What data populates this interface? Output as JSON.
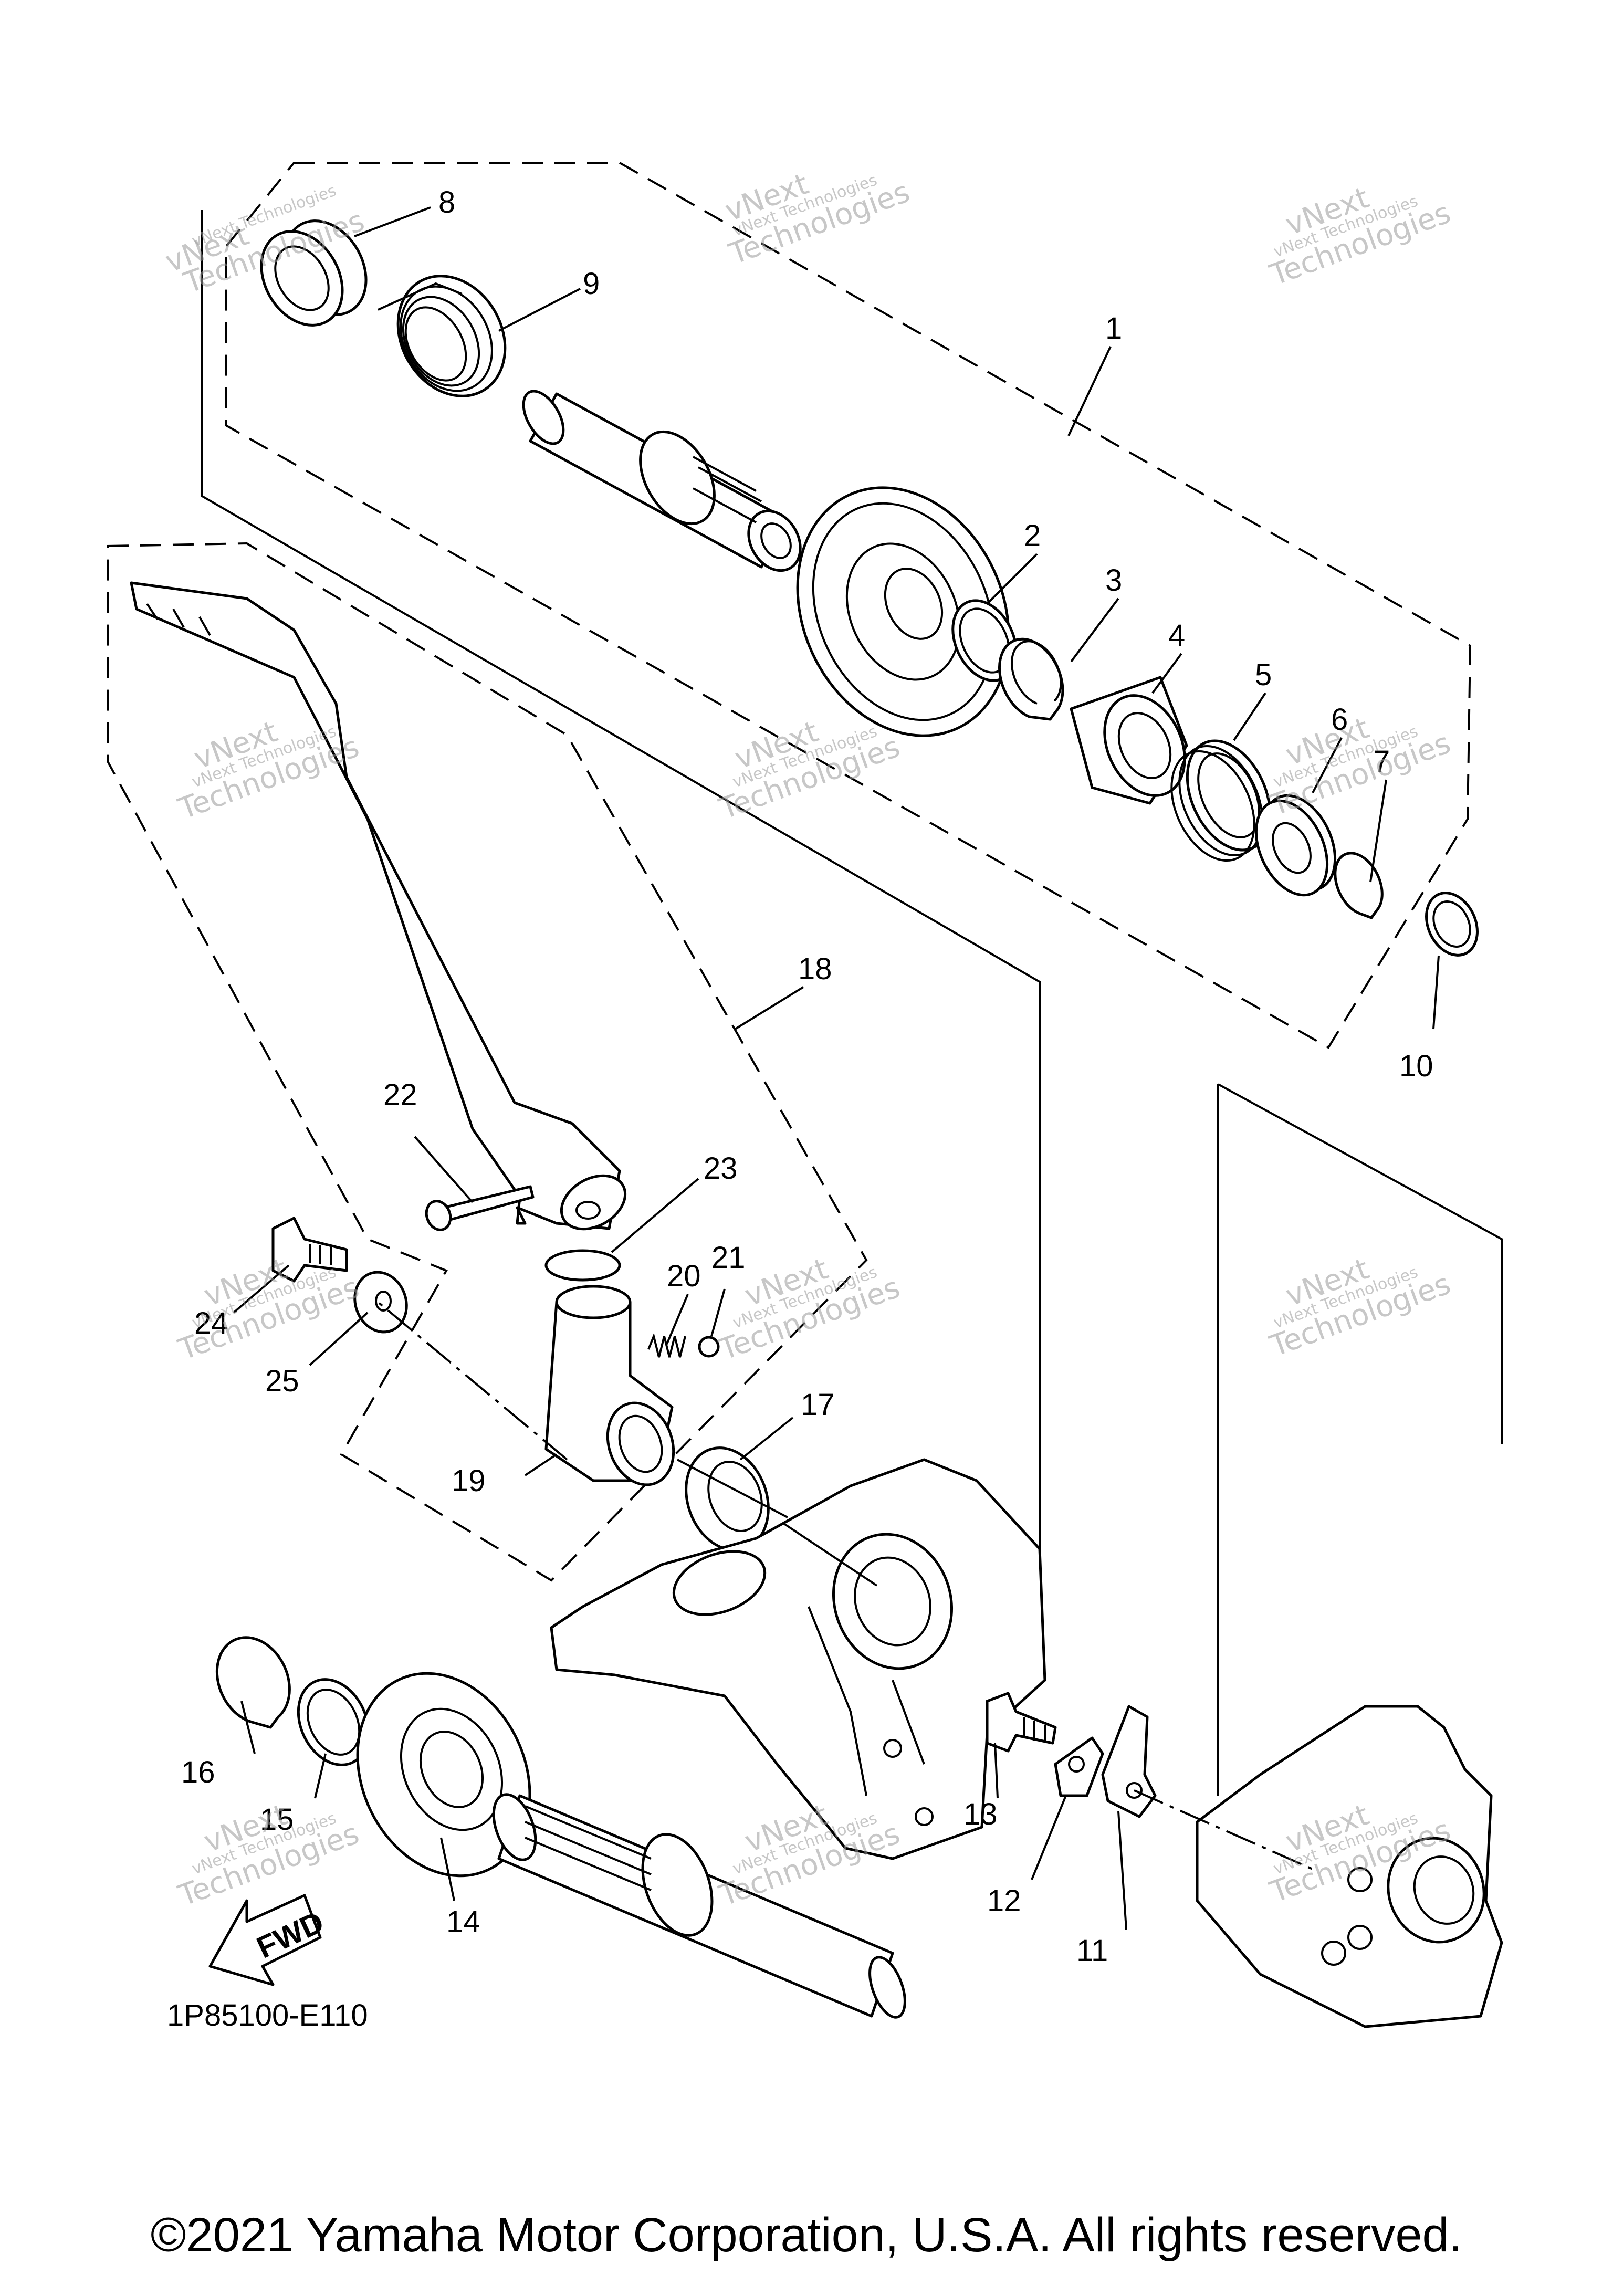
{
  "diagram": {
    "drawing_code": "1P85100-E110",
    "copyright": "©2021 Yamaha Motor Corporation, U.S.A. All rights reserved.",
    "fwd_label": "FWD",
    "watermark": {
      "line1": "vNext Technologies",
      "line2": "vNext",
      "line3": "Technologies"
    },
    "callouts": [
      "1",
      "2",
      "3",
      "4",
      "5",
      "6",
      "7",
      "8",
      "9",
      "10",
      "11",
      "12",
      "13",
      "14",
      "15",
      "16",
      "17",
      "18",
      "19",
      "20",
      "21",
      "22",
      "23",
      "24",
      "25"
    ]
  }
}
